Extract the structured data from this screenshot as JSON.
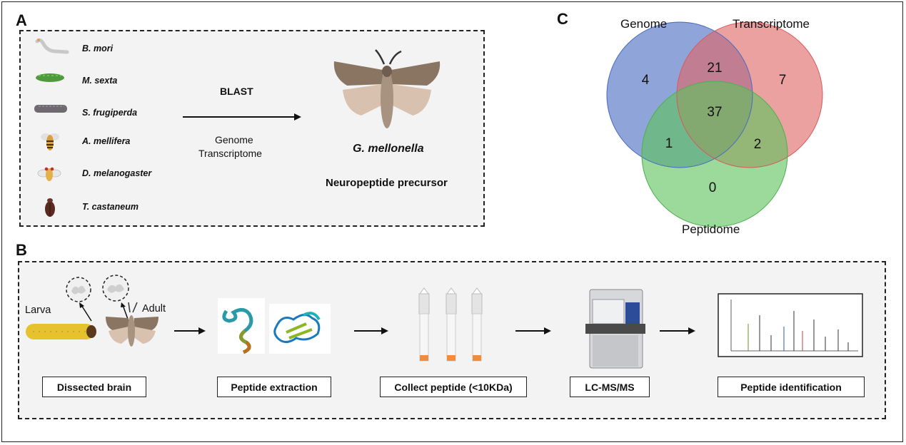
{
  "panels": {
    "a": "A",
    "b": "B",
    "c": "C"
  },
  "panel_a": {
    "species": [
      "B. mori",
      "M. sexta",
      "S. frugiperda",
      "A. mellifera",
      "D. melanogaster",
      "T. castaneum"
    ],
    "method_top": "BLAST",
    "method_bottom_1": "Genome",
    "method_bottom_2": "Transcriptome",
    "target_species": "G. mellonella",
    "target_label": "Neuropeptide precursor"
  },
  "panel_b": {
    "larva_label": "Larva",
    "adult_label": "Adult",
    "steps": [
      "Dissected brain",
      "Peptide extraction",
      "Collect peptide (<10KDa)",
      "LC-MS/MS",
      "Peptide identification"
    ]
  },
  "panel_c": {
    "sets": [
      "Genome",
      "Transcriptome",
      "Peptidome"
    ],
    "counts": {
      "genome_only": "4",
      "transcriptome_only": "7",
      "peptidome_only": "0",
      "genome_transcriptome": "21",
      "genome_peptidome": "1",
      "transcriptome_peptidome": "2",
      "all_three": "37"
    },
    "colors": {
      "genome": "#4a6cc0",
      "transcriptome": "#e06868",
      "peptidome": "#5ec45e"
    }
  }
}
